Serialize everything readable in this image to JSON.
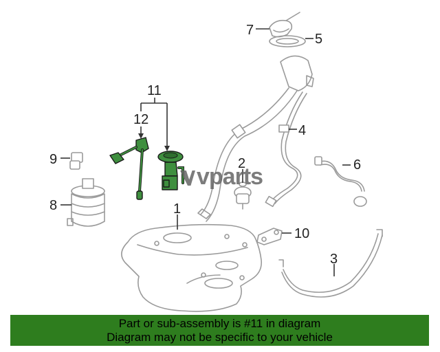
{
  "callouts": {
    "c1": "1",
    "c2": "2",
    "c3": "3",
    "c4": "4",
    "c5": "5",
    "c6": "6",
    "c7": "7",
    "c8": "8",
    "c9": "9",
    "c10": "10",
    "c11": "11",
    "c12": "12"
  },
  "watermark": "vparts",
  "banner": {
    "line1": "Part or sub-assembly is #11 in diagram",
    "line2": "Diagram may not be specific to your vehicle"
  },
  "colors": {
    "highlight": "#3f8f3f",
    "banner": "#2e7d1e",
    "part_outline": "#9a9a9a"
  }
}
